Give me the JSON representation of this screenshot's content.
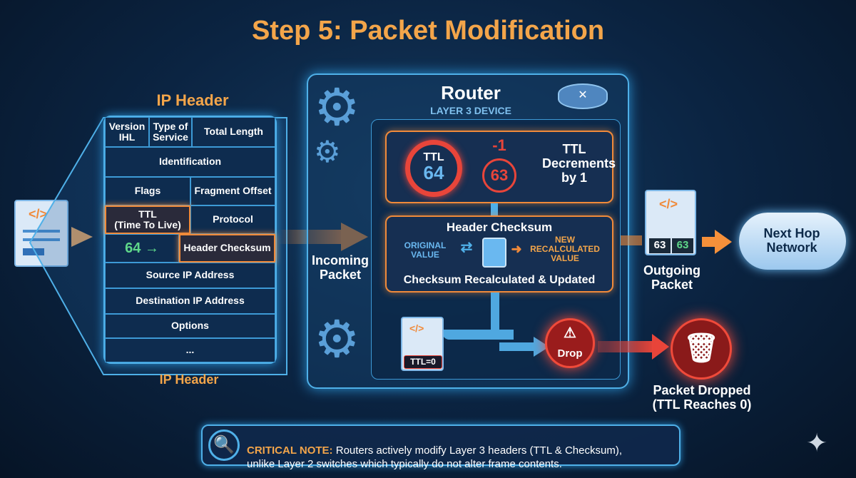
{
  "title": "Step 5: Packet Modification",
  "ip_header": {
    "top_label": "IP Header",
    "bottom_label": "IP Header",
    "fields": {
      "version": "Version\nIHL",
      "tos": "Type of\nService",
      "total_length": "Total Length",
      "identification": "Identification",
      "flags": "Flags",
      "fragment_offset": "Fragment Offset",
      "ttl": "TTL\n(Time To Live)",
      "protocol": "Protocol",
      "ttl_value": "64 →",
      "checksum": "Header Checksum",
      "src": "Source IP Address",
      "dst": "Destination IP Address",
      "options": "Options",
      "more": "..."
    }
  },
  "incoming": "Incoming\nPacket",
  "router": {
    "title": "Router",
    "subtitle": "LAYER 3 DEVICE",
    "ttl": {
      "label": "TTL",
      "old": "64",
      "delta": "-1",
      "new": "63",
      "text": "TTL\nDecrements\nby 1"
    },
    "checksum": {
      "title": "Header Checksum",
      "original": "ORIGINAL\nVALUE",
      "new": "NEW\nRECALCULATED\nVALUE",
      "footer": "Checksum Recalculated & Updated"
    },
    "drop": {
      "packet_ttl": "TTL=0",
      "drop_label": "Drop"
    }
  },
  "outgoing": {
    "label": "Outgoing\nPacket",
    "v1": "63",
    "v2": "63"
  },
  "next_hop": "Next Hop\nNetwork",
  "dropped": "Packet Dropped\n(TTL Reaches 0)",
  "note": {
    "prefix": "CRITICAL NOTE:",
    "text": " Routers actively modify Layer 3 headers (TTL & Checksum),\nunlike Layer 2 switches which typically do not alter frame contents."
  }
}
